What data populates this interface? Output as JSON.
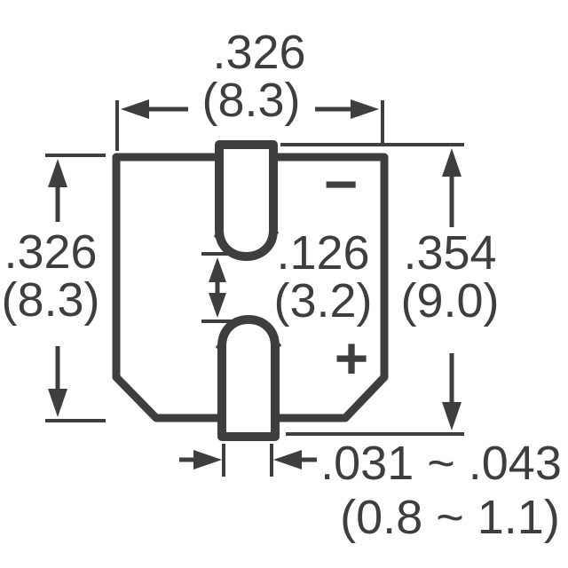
{
  "diagram": {
    "type": "component-dimension-drawing",
    "subject": "surface-mount-capacitor-footprint",
    "colors": {
      "ink": "#3e3e3e",
      "background": "#ffffff"
    },
    "dims": {
      "top": {
        "in": ".326",
        "mm": "(8.3)"
      },
      "left": {
        "in": ".326",
        "mm": "(8.3)"
      },
      "gap": {
        "in": ".126",
        "mm": "(3.2)"
      },
      "right": {
        "in": ".354",
        "mm": "(9.0)"
      },
      "lead": {
        "in": ".031 ~ .043",
        "mm": "(0.8 ~ 1.1)"
      }
    },
    "polarity": {
      "negative": "−",
      "positive": "+"
    }
  }
}
